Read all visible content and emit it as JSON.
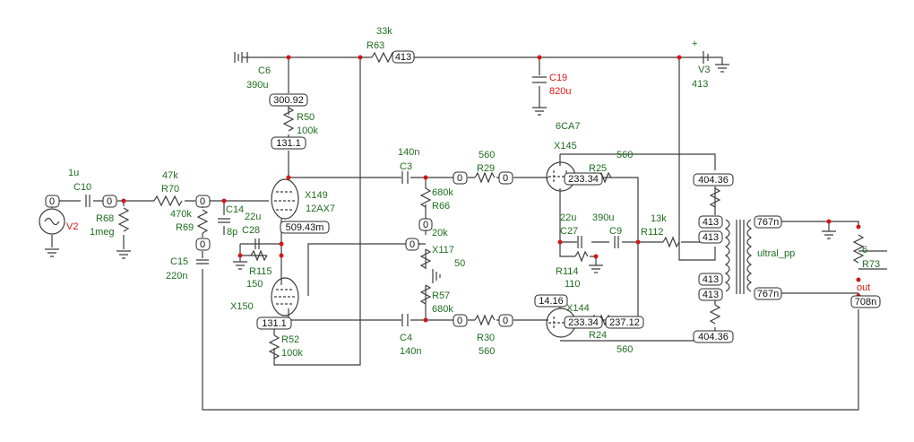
{
  "colors": {
    "wire": "#3c3c3c",
    "label": "#1e6e1e",
    "highlight": "#e01414",
    "node": "#d01818"
  },
  "components": {
    "C10": {
      "name": "C10",
      "value": "1u"
    },
    "R68": {
      "name": "R68",
      "value": "1meg"
    },
    "R70": {
      "name": "R70",
      "value": "47k"
    },
    "R69": {
      "name": "R69",
      "value": "470k"
    },
    "C14": {
      "name": "C14",
      "value": "8p"
    },
    "C15": {
      "name": "C15",
      "value": "220n"
    },
    "C28": {
      "name": "C28",
      "value": "22u"
    },
    "R115": {
      "name": "R115",
      "value": "150"
    },
    "C6": {
      "name": "C6",
      "value": "390u"
    },
    "R50": {
      "name": "R50",
      "value": "100k"
    },
    "X149": {
      "name": "X149",
      "value": "12AX7"
    },
    "X150": {
      "name": "X150"
    },
    "R52": {
      "name": "R52",
      "value": "100k"
    },
    "R63": {
      "name": "R63",
      "value": "33k"
    },
    "C3": {
      "name": "C3",
      "value": "140n"
    },
    "C4": {
      "name": "C4",
      "value": "140n"
    },
    "R66": {
      "name": "R66",
      "value": "680k"
    },
    "R57": {
      "name": "R57",
      "value": "680k"
    },
    "X117": {
      "name": "X117",
      "value": "20k",
      "extra": "50"
    },
    "R29": {
      "name": "R29",
      "value": "560"
    },
    "R30": {
      "name": "R30",
      "value": "560"
    },
    "C19": {
      "name": "C19",
      "value": "820u"
    },
    "X145": {
      "name": "X145",
      "value": "6CA7"
    },
    "X144": {
      "name": "X144"
    },
    "R25": {
      "name": "R25",
      "value": "560"
    },
    "R24": {
      "name": "R24",
      "value": "560"
    },
    "C27": {
      "name": "C27",
      "value": "22u"
    },
    "C9": {
      "name": "C9",
      "value": "390u"
    },
    "R114": {
      "name": "R114",
      "value": "110"
    },
    "R112": {
      "name": "R112",
      "value": "13k"
    },
    "V3": {
      "name": "V3",
      "value": "413"
    },
    "V2": {
      "name": "V2"
    },
    "transformer": {
      "name": "ultral_pp"
    },
    "R73": {
      "name": "R73",
      "value": "6"
    },
    "out": {
      "name": "out"
    },
    "plus": "+"
  },
  "voltages": {
    "v_in": "0",
    "v_c10": "0",
    "v_grid1": "0",
    "v_r69": "0",
    "v_r29": "0",
    "v_r30": "0",
    "v_pot": "0",
    "v_bias": "0",
    "v_ps": "413",
    "v_r50top": "300.92",
    "v_plate1": "131.1",
    "v_cath": "509.43m",
    "v_plate2": "131.1",
    "v_k1": "233.34",
    "v_k2": "233.34",
    "v_k2n": "14.16",
    "v_g2": "237.12",
    "v_sc1": "404.36",
    "v_sc2": "404.36",
    "v_t1": "413",
    "v_t2": "413",
    "v_t3": "413",
    "v_t4": "413",
    "v_o1": "767n",
    "v_o2": "767n",
    "v_out": "708n"
  }
}
